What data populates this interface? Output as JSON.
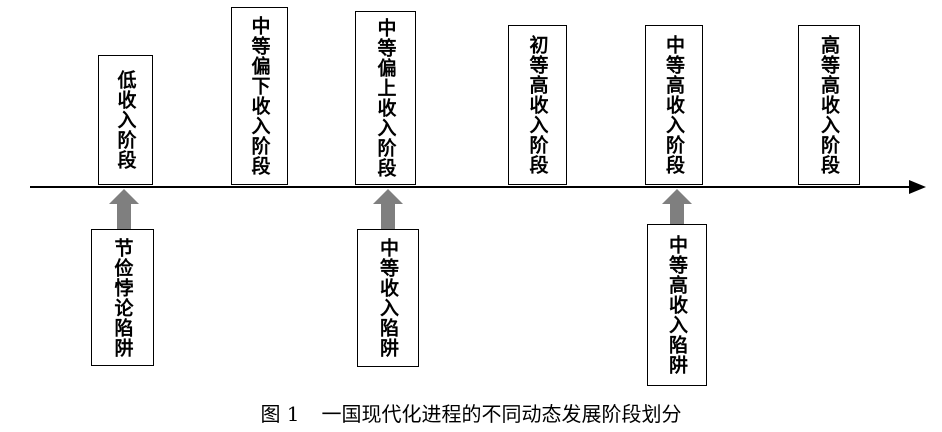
{
  "stages": [
    {
      "id": "low",
      "label": "低收入阶段"
    },
    {
      "id": "lower-middle",
      "label": "中等偏下收入阶段"
    },
    {
      "id": "upper-middle",
      "label": "中等偏上收入阶段"
    },
    {
      "id": "early-high",
      "label": "初等高收入阶段"
    },
    {
      "id": "middle-high",
      "label": "中等高收入阶段"
    },
    {
      "id": "high",
      "label": "高等高收入阶段"
    }
  ],
  "traps": [
    {
      "id": "thrift-paradox",
      "label": "节俭悖论陷阱"
    },
    {
      "id": "middle-income",
      "label": "中等收入陷阱"
    },
    {
      "id": "middle-high-income",
      "label": "中等高收入陷阱"
    }
  ],
  "caption": {
    "figure_number": "图 1",
    "text": "一国现代化进程的不同动态发展阶段划分"
  },
  "colors": {
    "arrow": "#7f7f7f",
    "axis": "#000000",
    "border": "#000000"
  }
}
